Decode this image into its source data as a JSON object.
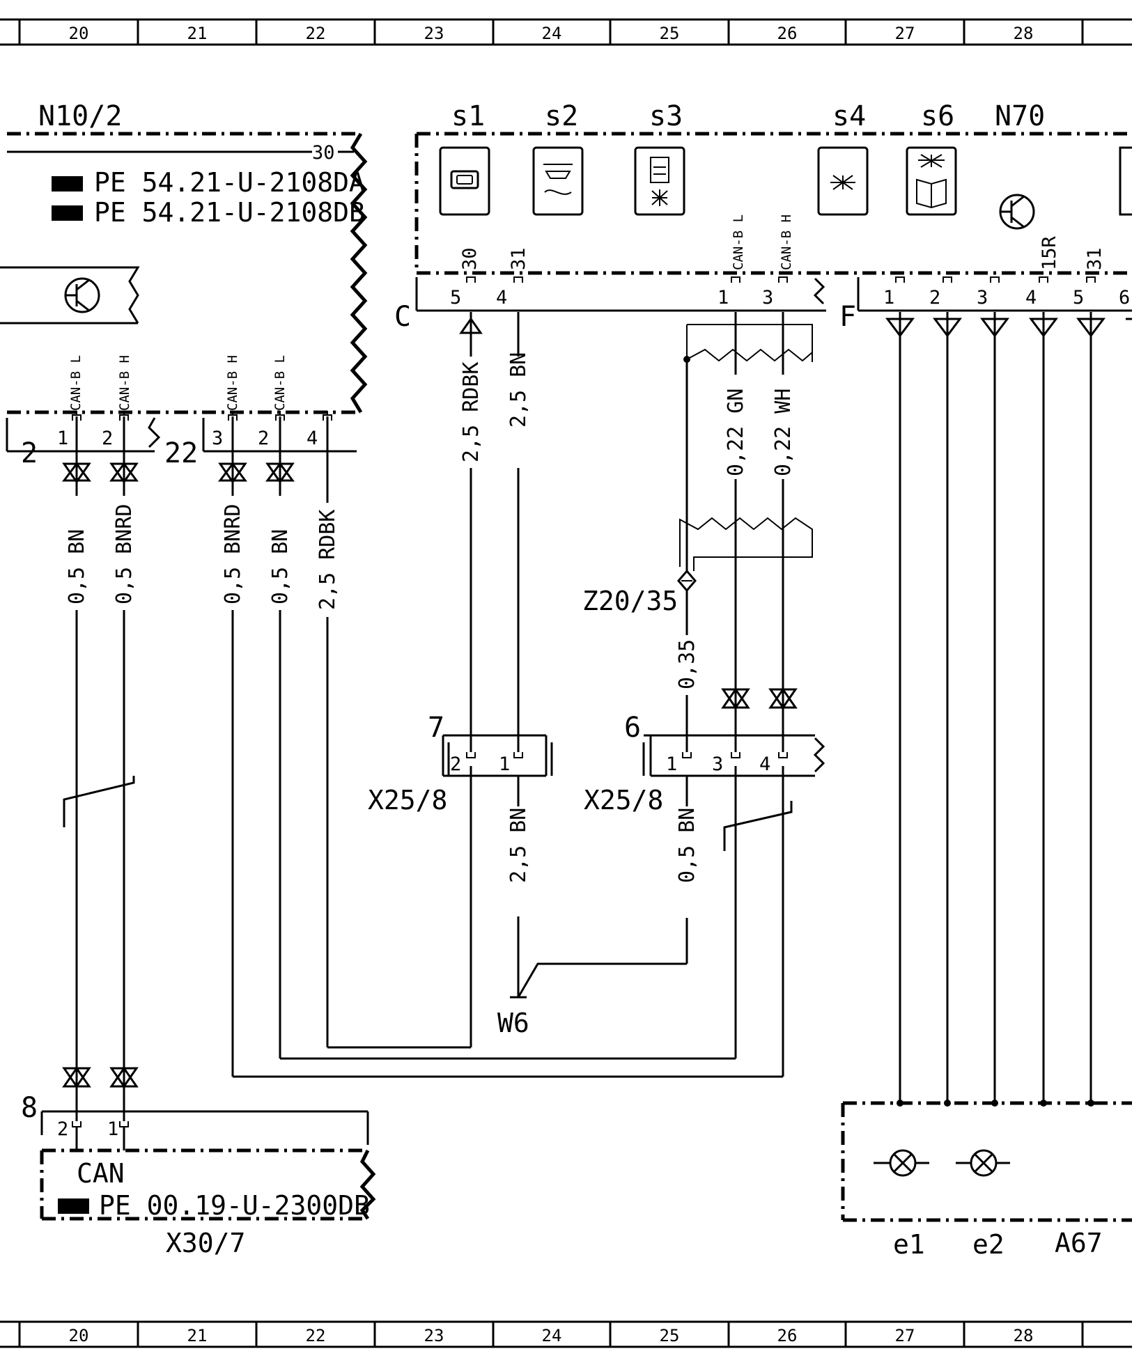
{
  "columns": [
    "20",
    "21",
    "22",
    "23",
    "24",
    "25",
    "26",
    "27",
    "28"
  ],
  "components": {
    "n10_2": "N10/2",
    "n70": "N70",
    "s1": "s1",
    "s2": "s2",
    "s3": "s3",
    "s4": "s4",
    "s6": "s6",
    "z20_35": "Z20/35",
    "x25_8_a": "X25/8",
    "x25_8_b": "X25/8",
    "w6": "W6",
    "can": "CAN",
    "x30_7": "X30/7",
    "e1": "e1",
    "e2": "e2",
    "a67": "A67"
  },
  "references": {
    "pe1": "PE 54.21-U-2108DA",
    "pe2": "PE 54.21-U-2108DB",
    "pe3": "PE 00.19-U-2300DB"
  },
  "connectors": {
    "c": "C",
    "f": "F",
    "n10_a": "2",
    "n10_b": "22",
    "x30_id": "8",
    "x25_a": "7",
    "x25_b": "6"
  },
  "signals": {
    "t30": "30",
    "t31": "31",
    "t15r": "15R",
    "canbl": "CAN-B L",
    "canbh": "CAN-B H"
  },
  "pins": {
    "n10_1": "1",
    "n10_2": "2",
    "n10_3": "3",
    "n10_2b": "2",
    "n10_4": "4",
    "c5": "5",
    "c4": "4",
    "c1": "1",
    "c3": "3",
    "f1": "1",
    "f2": "2",
    "f3": "3",
    "f4": "4",
    "f5": "5",
    "f6": "6",
    "x7_2": "2",
    "x7_1": "1",
    "x6_1": "1",
    "x6_3": "3",
    "x6_4": "4",
    "x30_2": "2",
    "x30_1": "1"
  },
  "wires": {
    "w1": "0,5 BN",
    "w2": "0,5 BNRD",
    "w3": "0,5 BNRD",
    "w4": "0,5 BN",
    "w5": "2,5 RDBK",
    "w6": "2,5 RDBK",
    "w7": "2,5 BN",
    "w8": "0,22 GN",
    "w9": "0,22 WH",
    "w10": "0,35",
    "w11": "2,5 BN",
    "w12": "0,5 BN"
  },
  "icons": [
    "switch-icon",
    "car-roof-icon",
    "interior-light-icon",
    "reading-lamp-icon",
    "map-light-icon",
    "transistor-icon",
    "lamp-icon"
  ]
}
